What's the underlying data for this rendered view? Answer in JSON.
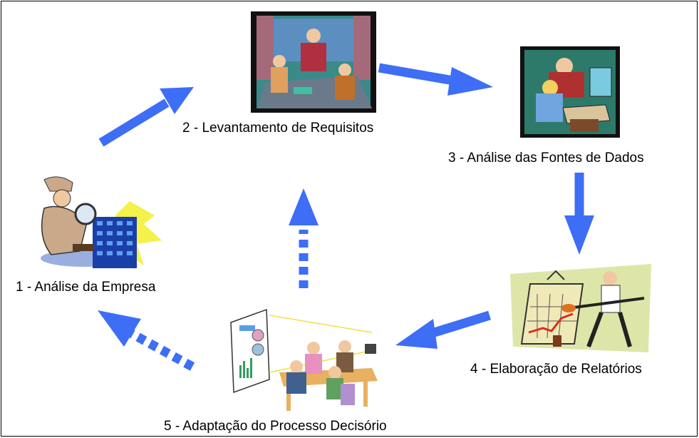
{
  "steps": [
    {
      "label": "1 - Análise da Empresa"
    },
    {
      "label": "2 - Levantamento de Requisitos"
    },
    {
      "label": "3 - Análise das Fontes de Dados"
    },
    {
      "label": "4 - Elaboração de Relatórios"
    },
    {
      "label": "5 - Adaptação do Processo Decisório"
    }
  ],
  "colors": {
    "arrow": "#3d6ef5",
    "border": "#000000",
    "background": "#ffffff"
  },
  "icons": [
    "detective-building-icon",
    "meeting-room-icon",
    "data-analysis-icon",
    "report-chart-icon",
    "decision-meeting-icon"
  ]
}
